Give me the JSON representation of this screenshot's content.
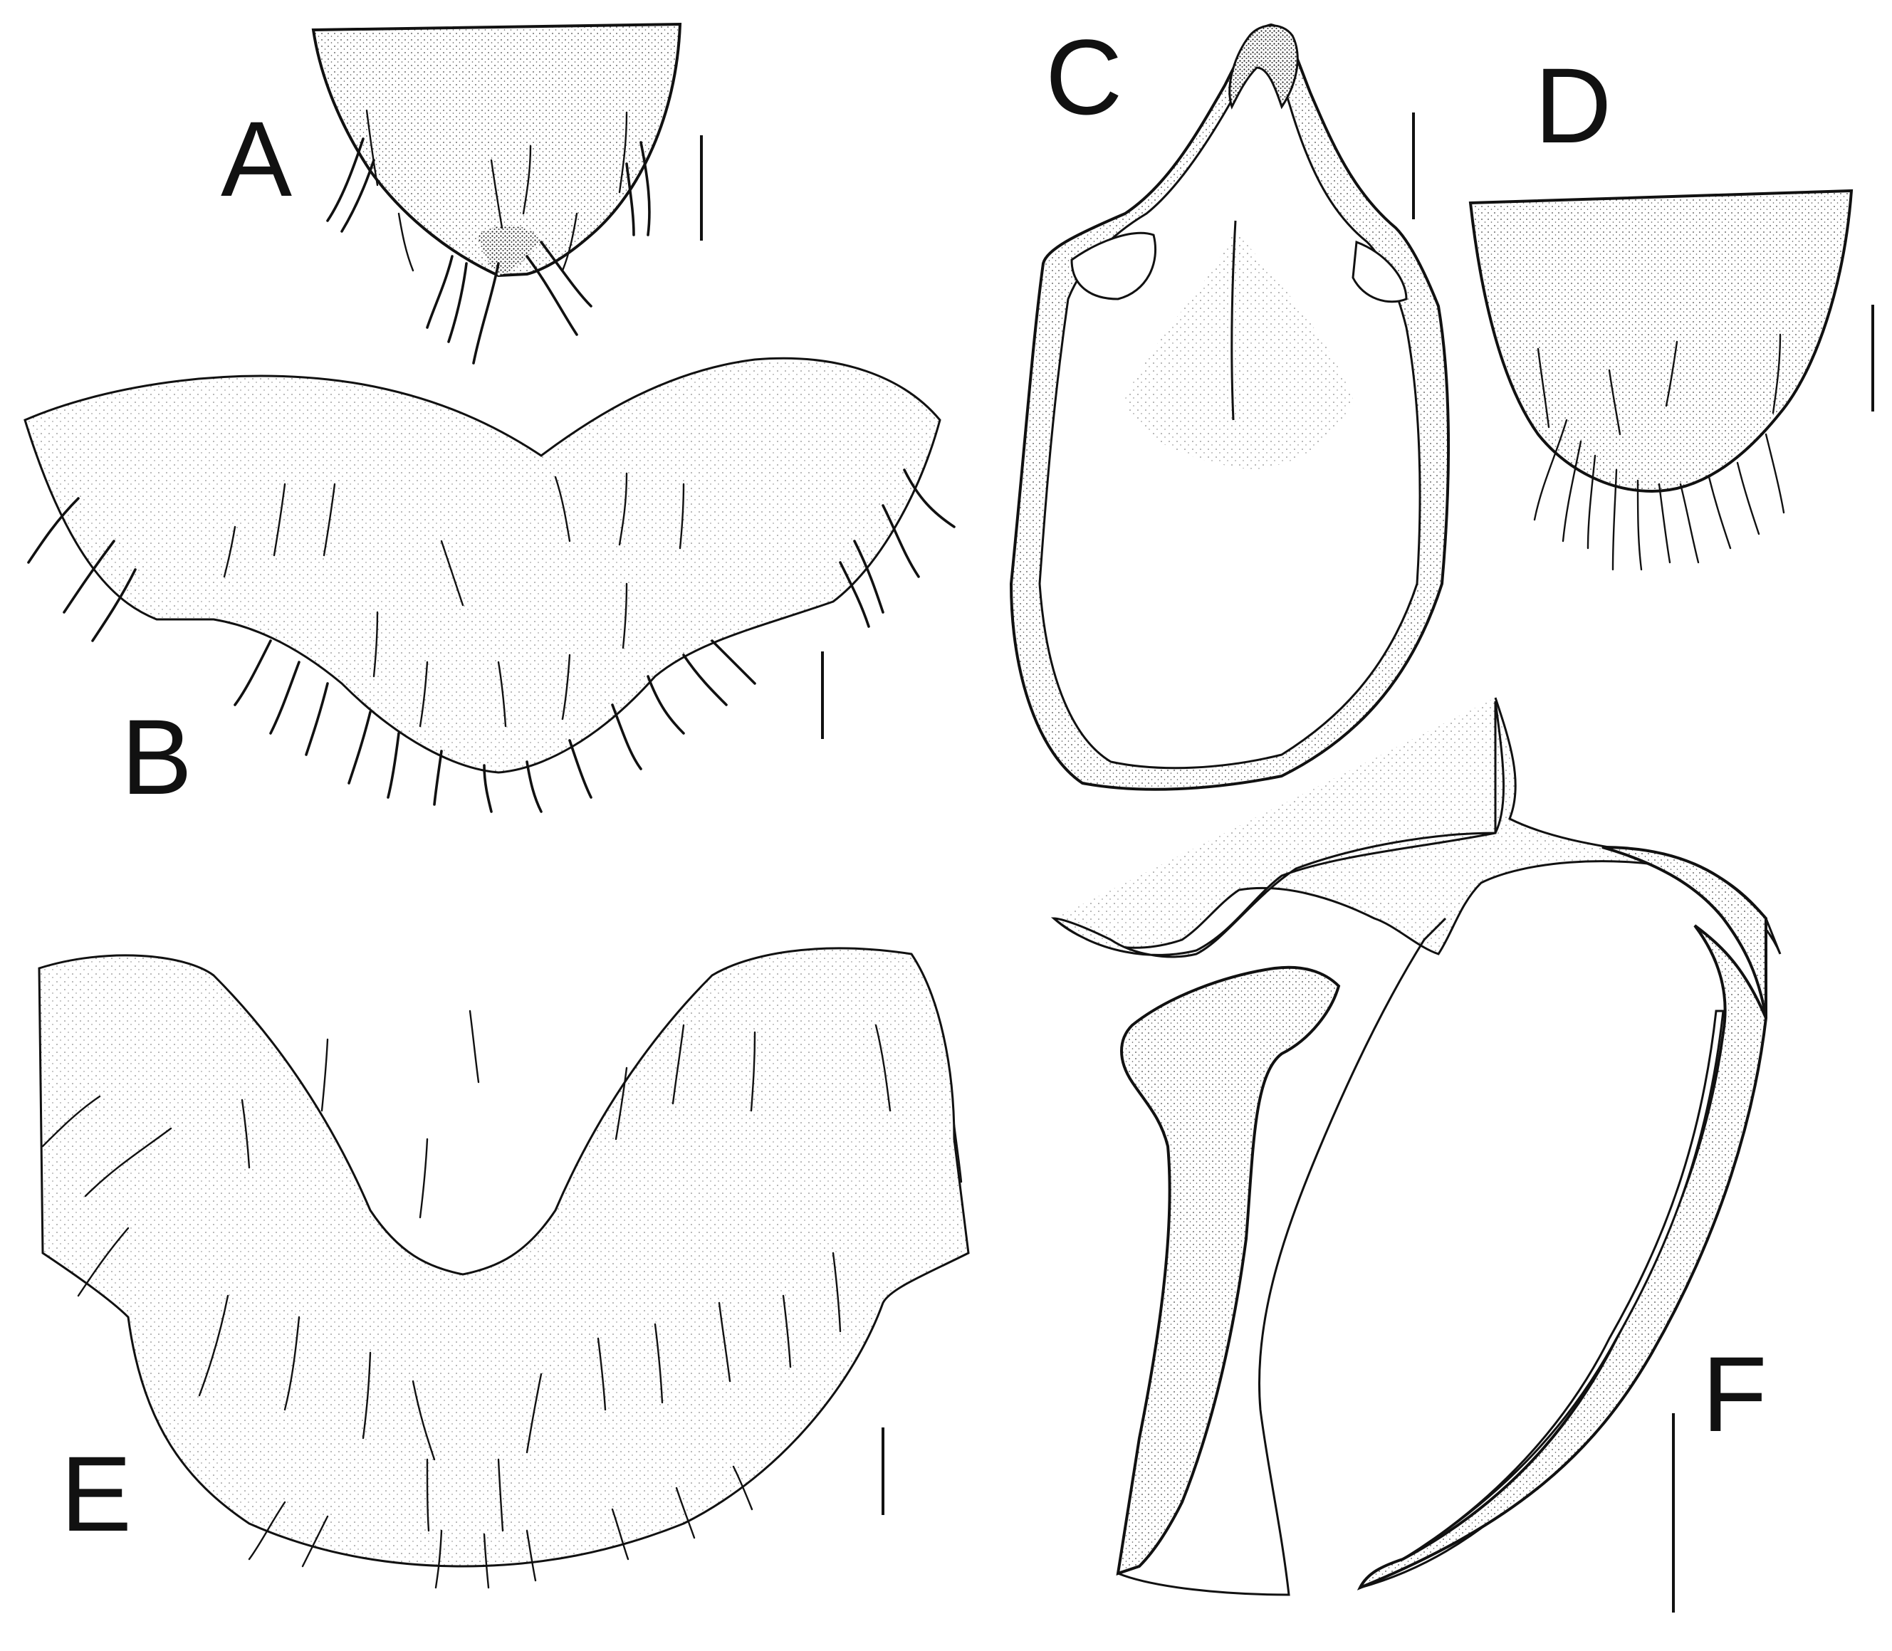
{
  "figure": {
    "panels": [
      {
        "id": "A",
        "label": "A"
      },
      {
        "id": "B",
        "label": "B"
      },
      {
        "id": "C",
        "label": "C"
      },
      {
        "id": "D",
        "label": "D"
      },
      {
        "id": "E",
        "label": "E"
      },
      {
        "id": "F",
        "label": "F"
      }
    ],
    "colors": {
      "ink": "#111111",
      "background": "#ffffff"
    }
  }
}
